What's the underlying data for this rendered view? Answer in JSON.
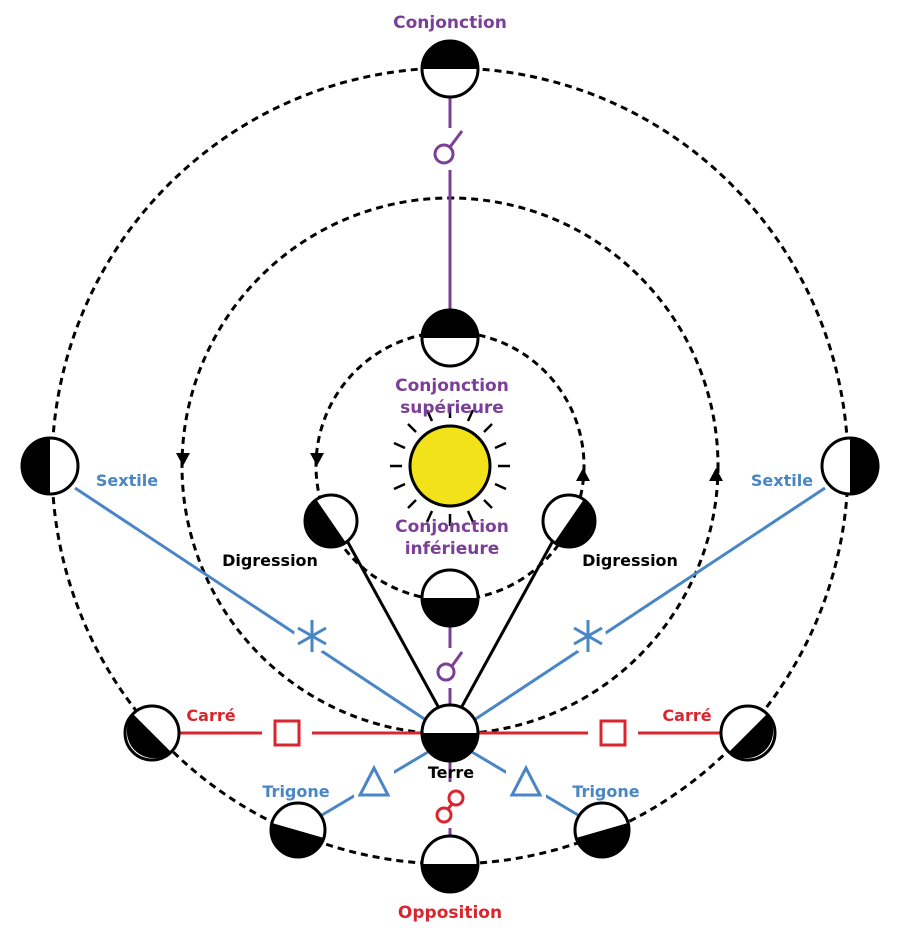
{
  "labels": {
    "conjunction": "Conjonction",
    "superior_line1": "Conjonction",
    "superior_line2": "supérieure",
    "inferior_line1": "Conjonction",
    "inferior_line2": "inférieure",
    "digression_left": "Digression",
    "digression_right": "Digression",
    "sextile_left": "Sextile",
    "sextile_right": "Sextile",
    "square_left": "Carré",
    "square_right": "Carré",
    "trine_left": "Trigone",
    "trine_right": "Trigone",
    "earth": "Terre",
    "opposition": "Opposition"
  },
  "symbols": {
    "conjunction": "☌",
    "sextile": "✶",
    "square": "□",
    "trine": "△",
    "opposition": "☍"
  },
  "colors": {
    "conjunction": "#7b3f98",
    "sextile": "#4a86c5",
    "square": "#d9262e",
    "trine": "#4a86c5",
    "opposition": "#d9262e",
    "sun": "#f2e21a",
    "ink": "#000000"
  }
}
